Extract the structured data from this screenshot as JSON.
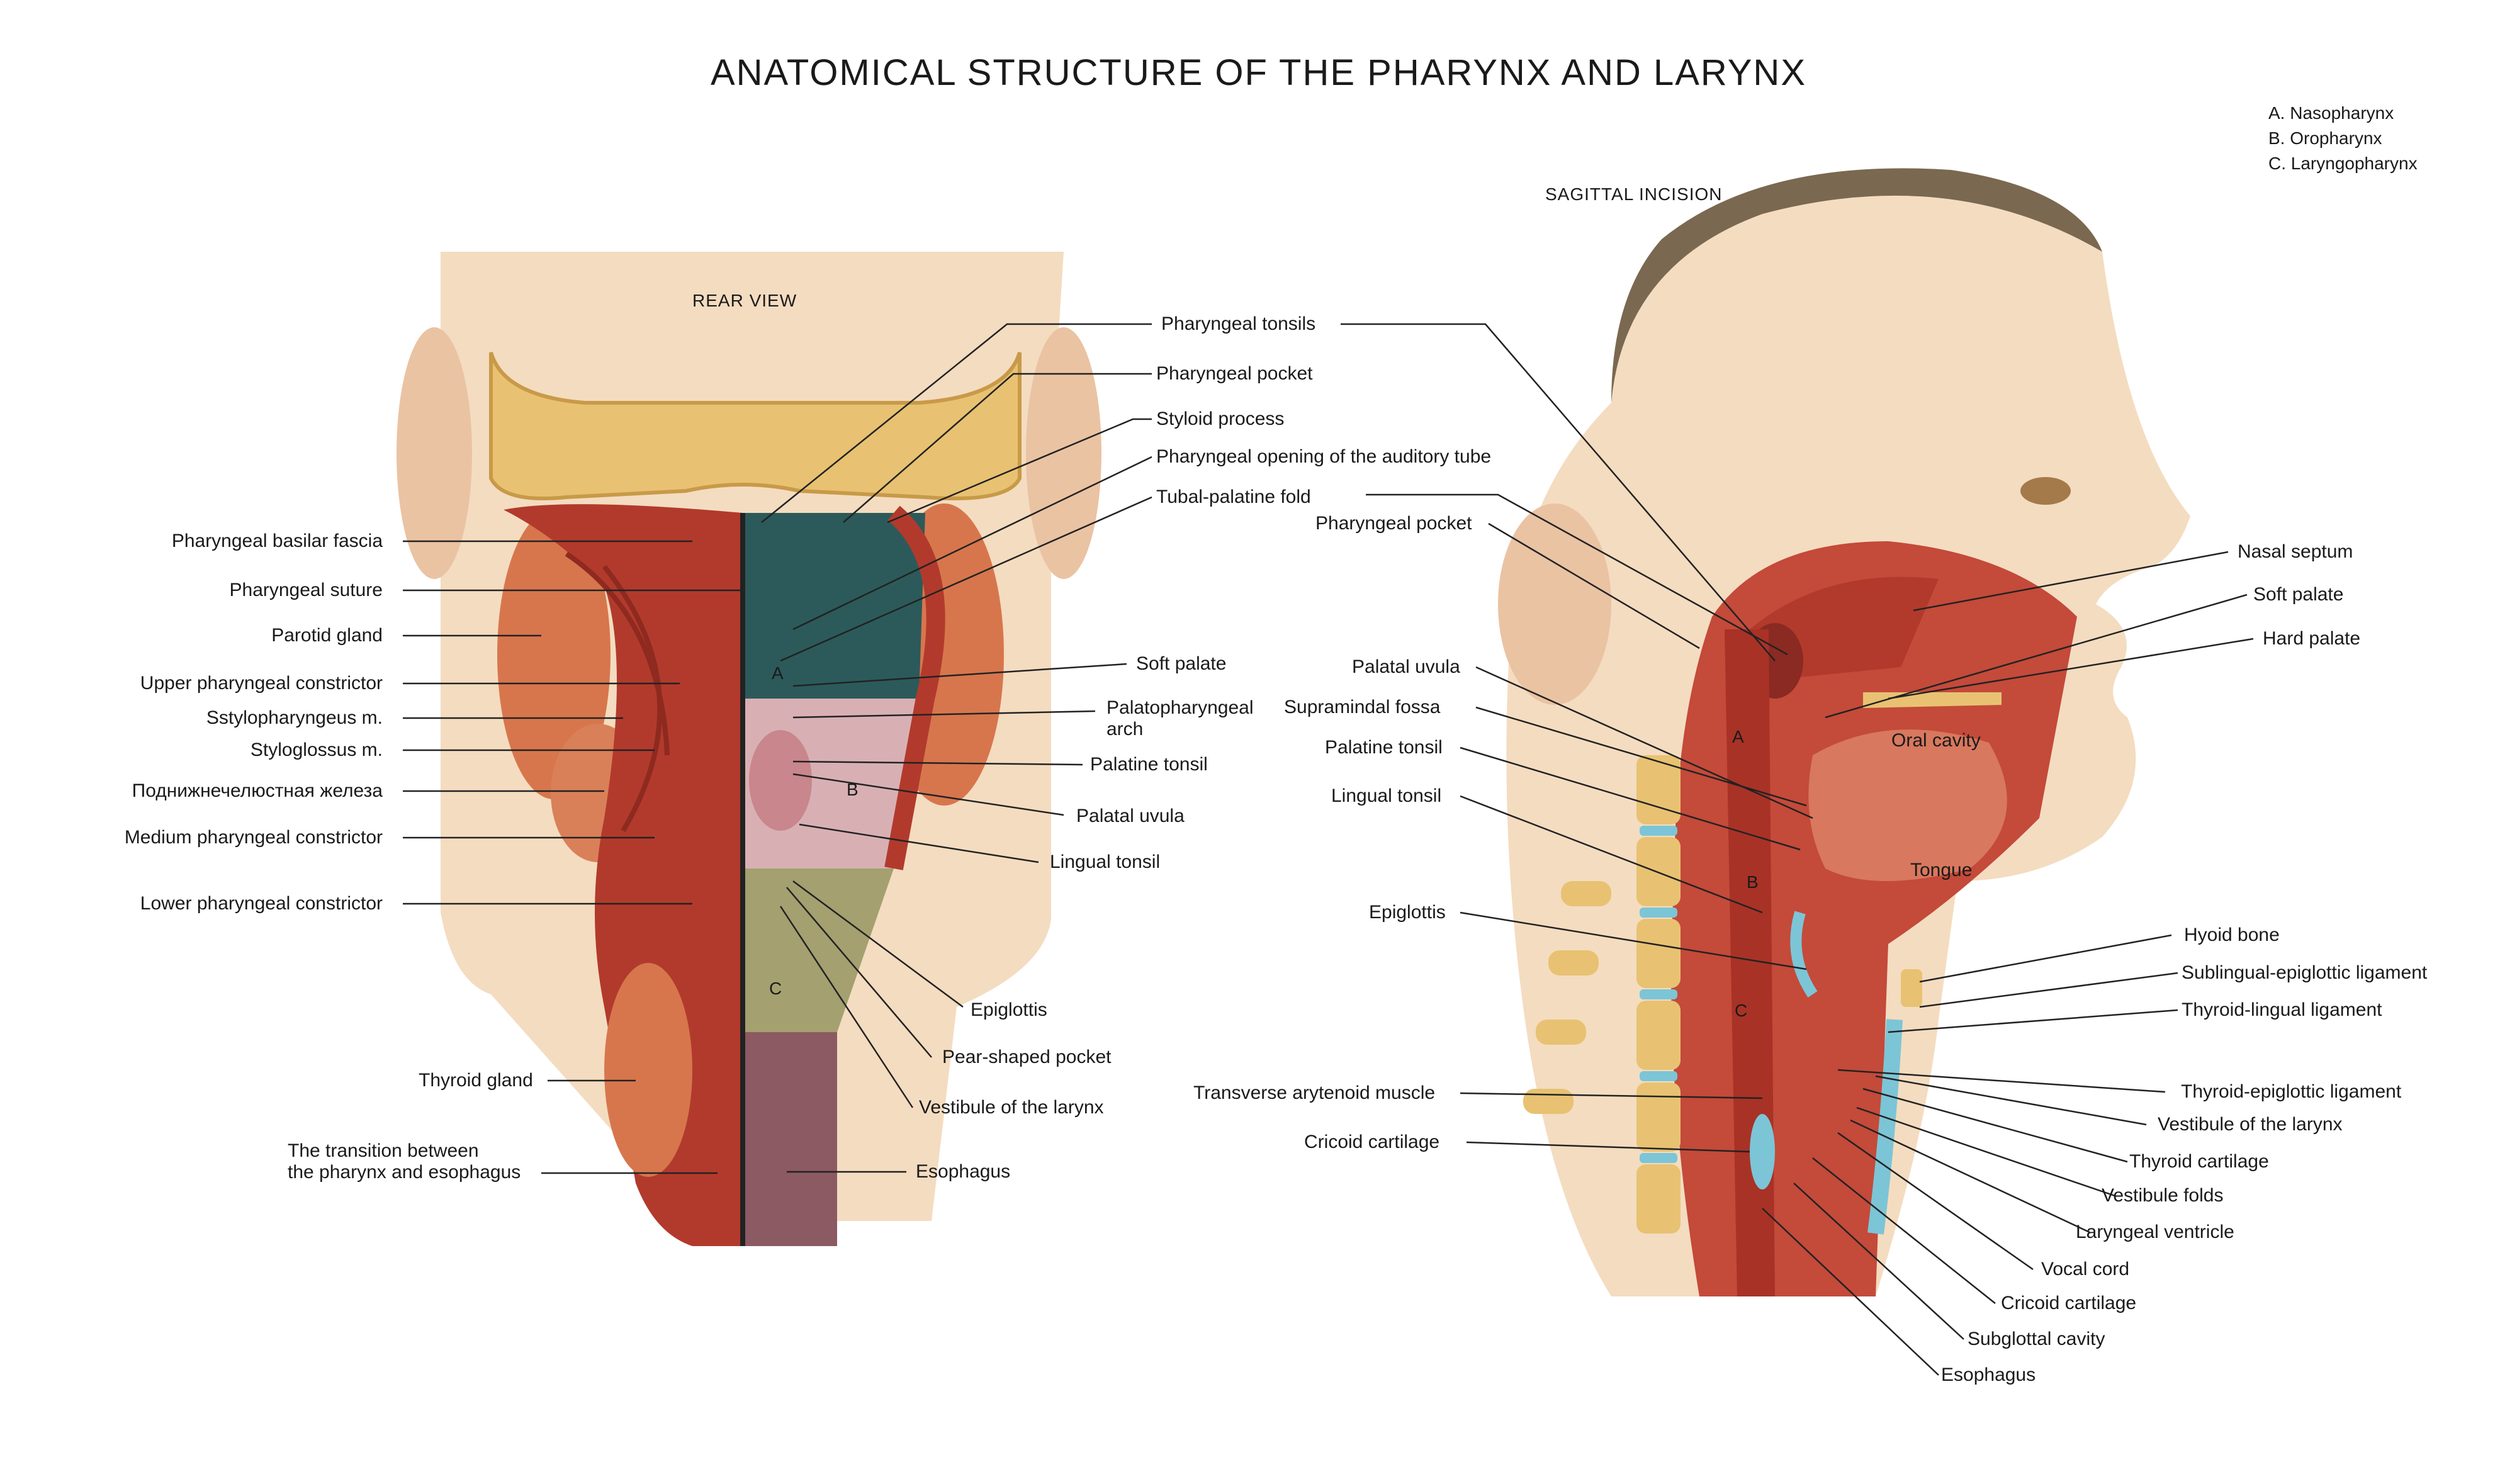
{
  "title": "ANATOMICAL STRUCTURE OF THE PHARYNX AND LARYNX",
  "legend": [
    "A. Nasopharynx",
    "B. Oropharynx",
    "C. Laryngopharynx"
  ],
  "rear_view": {
    "heading": "REAR VIEW",
    "left_labels": [
      "Pharyngeal basilar fascia",
      "Pharyngeal suture",
      "Parotid gland",
      "Upper pharyngeal constrictor",
      "Sstylopharyngeus m.",
      "Styloglossus m.",
      "Поднижнечелюстная железа",
      "Medium pharyngeal constrictor",
      "Lower pharyngeal constrictor",
      "Thyroid gland",
      "The transition between\nthe pharynx and esophagus"
    ],
    "right_labels": [
      "Pharyngeal tonsils",
      "Pharyngeal pocket",
      "Styloid process",
      "Pharyngeal opening of the auditory tube",
      "Tubal-palatine fold",
      "Soft palate",
      "Palatopharyngeal\narch",
      "Palatine tonsil",
      "Palatal uvula",
      "Lingual tonsil",
      "Epiglottis",
      "Pear-shaped pocket",
      "Vestibule of the larynx",
      "Esophagus"
    ],
    "region_letters": [
      "A",
      "B",
      "C"
    ]
  },
  "sagittal": {
    "heading": "SAGITTAL INCISION",
    "left_labels": [
      "Pharyngeal pocket",
      "Palatal uvula",
      "Supramindal fossa",
      "Palatine tonsil",
      "Lingual tonsil",
      "Epiglottis",
      "Transverse arytenoid muscle",
      "Cricoid cartilage"
    ],
    "right_labels": [
      "Nasal septum",
      "Soft palate",
      "Hard palate",
      "Hyoid bone",
      "Sublingual-epiglottic ligament",
      "Thyroid-lingual ligament",
      "Thyroid-epiglottic ligament",
      "Vestibule of the larynx",
      "Thyroid cartilage",
      "Vestibule folds",
      "Laryngeal ventricle",
      "Vocal cord",
      "Cricoid cartilage",
      "Subglottal cavity",
      "Esophagus"
    ],
    "inner_labels": [
      "Oral cavity",
      "Tongue"
    ],
    "region_letters": [
      "A",
      "B",
      "C"
    ]
  },
  "colors": {
    "skin": "#f4dcc0",
    "muscle": "#b23a2c",
    "gland": "#d7764d",
    "bone": "#e8c272",
    "mucosa_dark": "#2c5a5a",
    "cartilage_blue": "#7cc5d6"
  }
}
